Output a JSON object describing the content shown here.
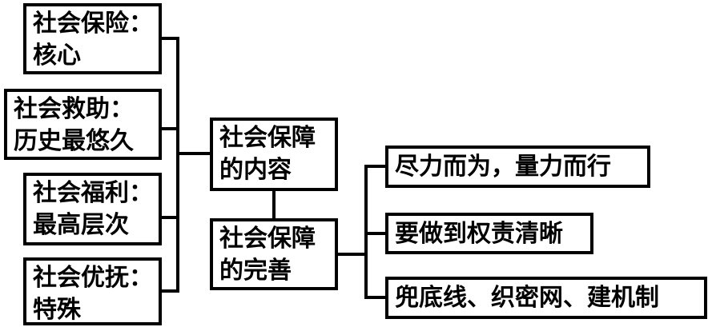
{
  "diagram": {
    "left_items": [
      {
        "title": "社会保险：",
        "desc": "核心"
      },
      {
        "title": "社会救助：",
        "desc": "历史最悠久"
      },
      {
        "title": "社会福利：",
        "desc": "最高层次"
      },
      {
        "title": "社会优抚：",
        "desc": "特殊"
      }
    ],
    "center": {
      "content": {
        "line1": "社会保障",
        "line2": "的内容"
      },
      "improve": {
        "line1": "社会保障",
        "line2": "的完善"
      }
    },
    "right_items": [
      "尽力而为，量力而行",
      "要做到权责清晰",
      "兜底线、织密网、建机制"
    ]
  }
}
